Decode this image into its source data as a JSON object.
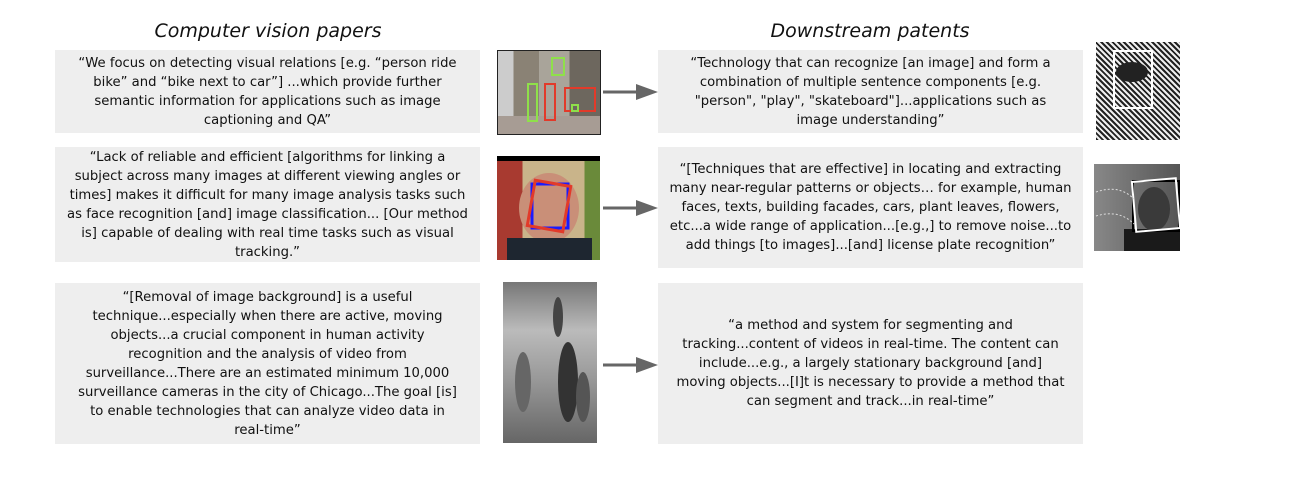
{
  "titles": {
    "left": "Computer vision papers",
    "right": "Downstream patents"
  },
  "rows": [
    {
      "paper": "“We focus on detecting visual relations [e.g. “person ride bike” and “bike next to car”] ...which provide further semantic information for applications such as image captioning and QA”",
      "patent": "“Technology that can recognize [an image] and form a combination of multiple sentence components [e.g. \"person\", \"play\", \"skateboard\"]...applications such as image understanding”"
    },
    {
      "paper": "“Lack of reliable and efficient [algorithms for linking a subject across many images at different viewing angles or times] makes it difficult for many image analysis tasks such as face recognition [and] image classification... [Our method is] capable of dealing with real time tasks such as visual tracking.”",
      "patent": "“[Techniques that are effective] in locating and extracting many near-regular patterns or objects… for example, human faces, texts, building facades, cars, plant leaves, flowers, etc...a wide range of application...[e.g.,] to remove noise...to add things [to images]...[and] license plate recognition”"
    },
    {
      "paper": "“[Removal of image background] is a useful technique...especially when there are active, moving objects...a crucial component in human activity recognition and the analysis of video from surveillance...There are an estimated minimum 10,000 surveillance cameras in the city of Chicago...The goal [is] to enable technologies that can analyze video data in real-time”",
      "patent": "“a method and system for segmenting and tracking...content of videos in real-time. The content can include...e.g., a largely stationary background [and] moving objects...[I]t is necessary to provide a method that can segment and track...in real-time”"
    }
  ],
  "colors": {
    "box": "#eeeeee",
    "arrow": "#666666",
    "green": "#8fe04a",
    "red": "#e23a2a",
    "blue": "#1a1aff"
  }
}
